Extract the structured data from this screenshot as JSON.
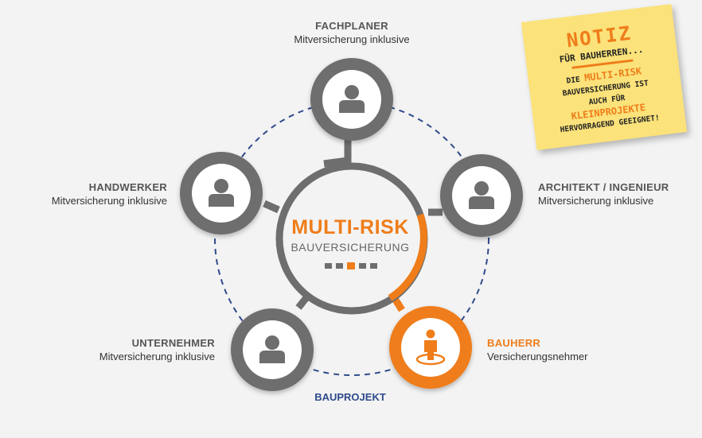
{
  "center": {
    "title": "MULTI-RISK",
    "subtitle": "BAUVERSICHERUNG"
  },
  "nodes": {
    "fachplaner": {
      "title": "FACHPLANER",
      "subtitle": "Mitversicherung inklusive"
    },
    "architekt": {
      "title": "ARCHITEKT / INGENIEUR",
      "subtitle": "Mitversicherung inklusive"
    },
    "bauherr": {
      "title": "BAUHERR",
      "subtitle": "Versicherungsnehmer"
    },
    "unternehmer": {
      "title": "UNTERNEHMER",
      "subtitle": "Mitversicherung inklusive"
    },
    "handwerker": {
      "title": "HANDWERKER",
      "subtitle": "Mitversicherung inklusive"
    }
  },
  "bottom_label": "BAUPROJEKT",
  "note": {
    "title": "NOTIZ",
    "for": "FÜR BAUHERREN...",
    "line1_a": "DIE",
    "line1_b": "MULTI-RISK",
    "line2": "BAUVERSICHERUNG IST",
    "line3": "AUCH FÜR",
    "line4": "KLEINPROJEKTE",
    "line5": "HERVORRAGEND GEEIGNET!"
  },
  "colors": {
    "accent": "#ef7d1a",
    "gray": "#6e6e6e",
    "navy": "#2f4b8c",
    "background": "#f3f3f3"
  },
  "icons": {
    "person": "person-icon",
    "person_highlight": "person-target-icon"
  }
}
